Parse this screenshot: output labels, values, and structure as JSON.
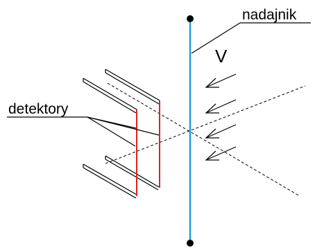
{
  "labels": {
    "transmitter": "nadajnik",
    "detectors": "detektory",
    "velocity": "V"
  },
  "colors": {
    "transmitter_rod": "#1e9fd9",
    "detector_bar": "#dd2222",
    "ink": "#000000",
    "background": "#ffffff"
  },
  "icons": {
    "flow_arrow": "open-arrowhead-left",
    "rod_end": "filled-dot"
  },
  "flow_arrow_count": 4
}
